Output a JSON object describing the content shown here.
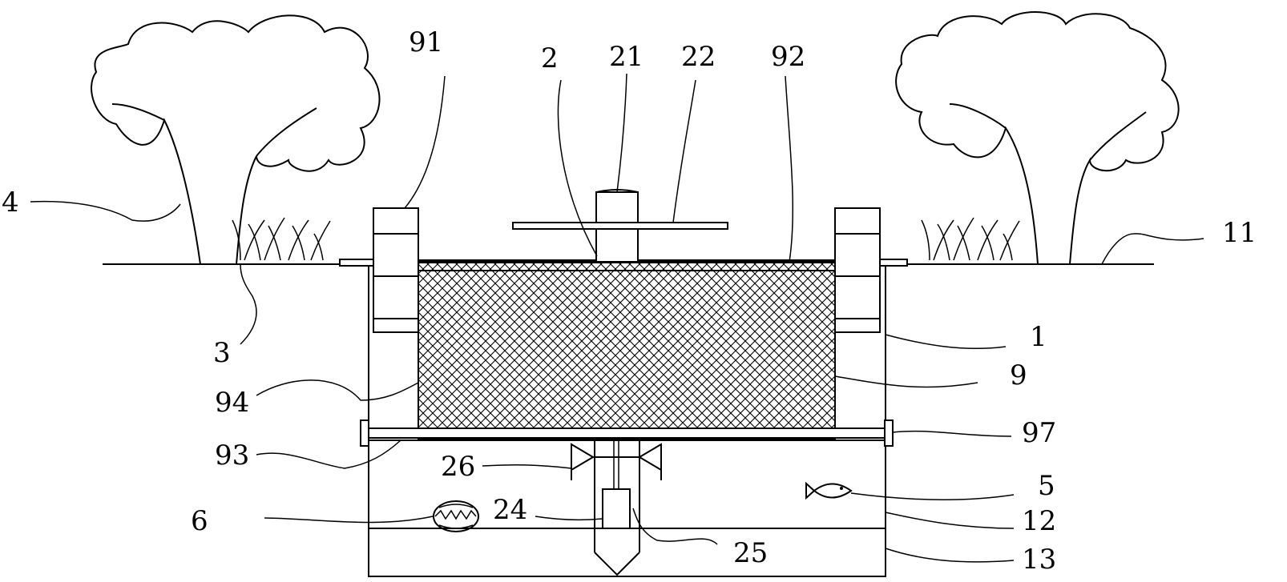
{
  "labels": {
    "l4": "4",
    "l3": "3",
    "l91": "91",
    "l2": "2",
    "l21": "21",
    "l22": "22",
    "l92": "92",
    "l11": "11",
    "l1": "1",
    "l9": "9",
    "l94": "94",
    "l93": "93",
    "l97": "97",
    "l26": "26",
    "l5": "5",
    "l6": "6",
    "l24": "24",
    "l12": "12",
    "l25": "25",
    "l13": "13"
  }
}
